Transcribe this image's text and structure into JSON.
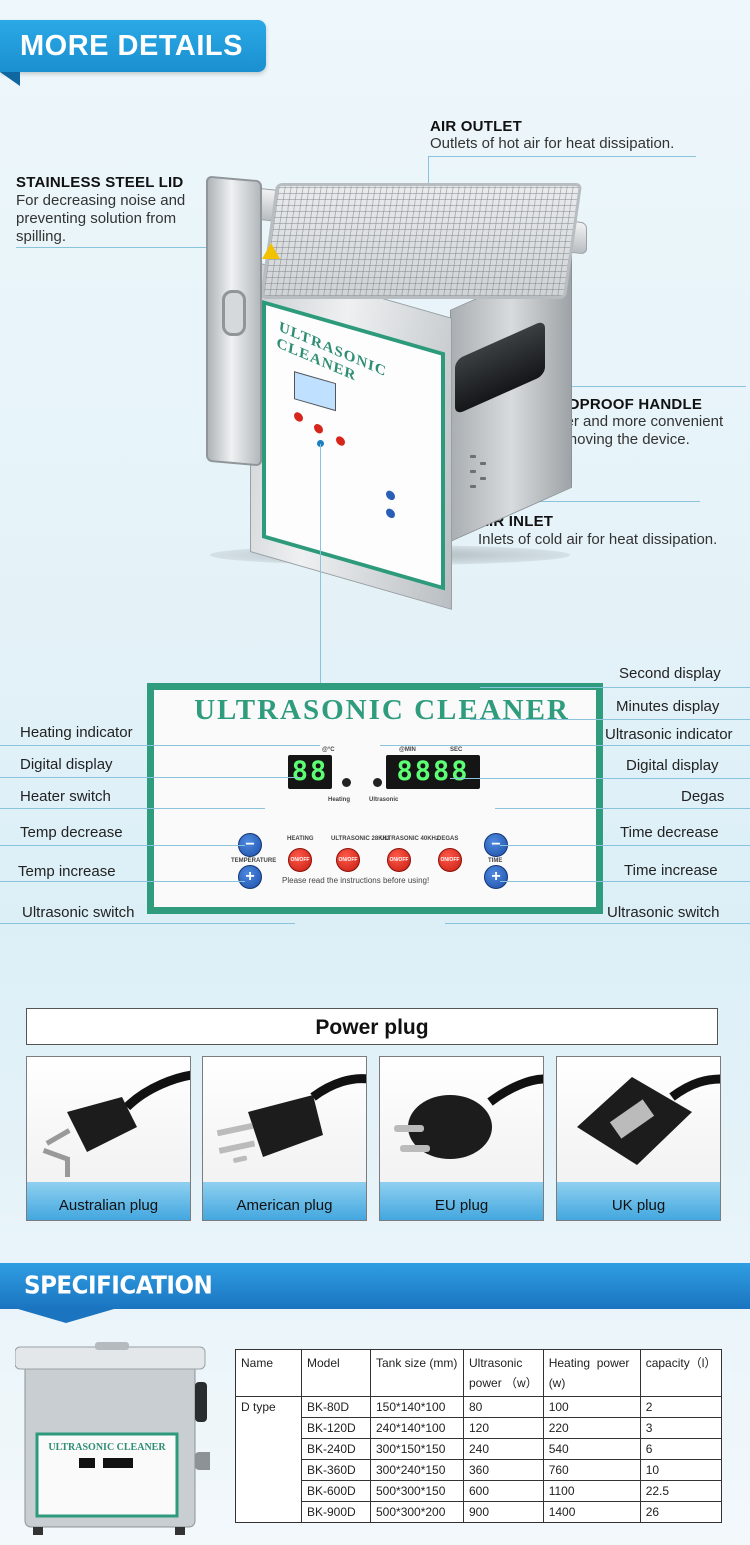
{
  "header": {
    "title": "MORE DETAILS"
  },
  "callouts": {
    "air_outlet": {
      "title": "AIR OUTLET",
      "desc": "Outlets of hot air for heat dissipation."
    },
    "lid": {
      "title": "STAINLESS STEEL LID",
      "desc1": "For decreasing noise and",
      "desc2": "preventing solution from",
      "desc3": "spilling."
    },
    "handle": {
      "title": "SKIDPROOF HANDLE",
      "desc1": "Safer and more convenient",
      "desc2": "for moving the device."
    },
    "air_inlet": {
      "title": "AIR INLET",
      "desc": "Inlets of cold air for heat dissipation."
    }
  },
  "device_label": "ULTRASONIC CLEANER",
  "panel": {
    "title": "ULTRASONIC CLEANER",
    "temp_display": "88",
    "time_display": "8888",
    "temp_unit": "@°C",
    "min_label": "@MIN",
    "sec_label": "SEC",
    "heating_led_label": "Heating",
    "ultrasonic_led_label": "Ultrasonic",
    "btn_heating": "HEATING",
    "btn_us28": "ULTRASONIC 28KHz",
    "btn_us40": "ULTRASONIC 40KHz",
    "btn_degas": "DEGAS",
    "on_off": "ON/OFF",
    "temperature": "TEMPERATURE",
    "time": "TIME",
    "minus": "−",
    "plus": "+",
    "notice": "Please read the instructions before using!"
  },
  "panel_labels": {
    "left": [
      "Heating indicator",
      "Digital display",
      "Heater switch",
      "Temp decrease",
      "Temp increase",
      "Ultrasonic switch"
    ],
    "right": [
      "Second display",
      "Minutes display",
      "Ultrasonic indicator",
      "Digital display",
      "Degas",
      "Time decrease",
      "Time increase",
      "Ultrasonic switch"
    ]
  },
  "power_plug": {
    "title": "Power plug",
    "plugs": [
      "Australian plug",
      "American plug",
      "EU plug",
      "UK plug"
    ]
  },
  "specification": {
    "title": "SPECIFICATION",
    "mini_device_label": "ULTRASONIC CLEANER",
    "headers": {
      "name": "Name",
      "model": "Model",
      "tank": "Tank size (mm)",
      "ultra1": "Ultrasonic",
      "ultra2": "power （w）",
      "heat1": "Heating  power",
      "heat2": "(w)",
      "cap": "capacity（l）"
    },
    "type_name": "D type",
    "rows": [
      [
        "BK-80D",
        "150*140*100",
        "80",
        "100",
        "2"
      ],
      [
        "BK-120D",
        "240*140*100",
        "120",
        "220",
        "3"
      ],
      [
        "BK-240D",
        "300*150*150",
        "240",
        "540",
        "6"
      ],
      [
        "BK-360D",
        "300*240*150",
        "360",
        "760",
        "10"
      ],
      [
        "BK-600D",
        "500*300*150",
        "600",
        "1100",
        "22.5"
      ],
      [
        "BK-900D",
        "500*300*200",
        "900",
        "1400",
        "26"
      ]
    ]
  }
}
